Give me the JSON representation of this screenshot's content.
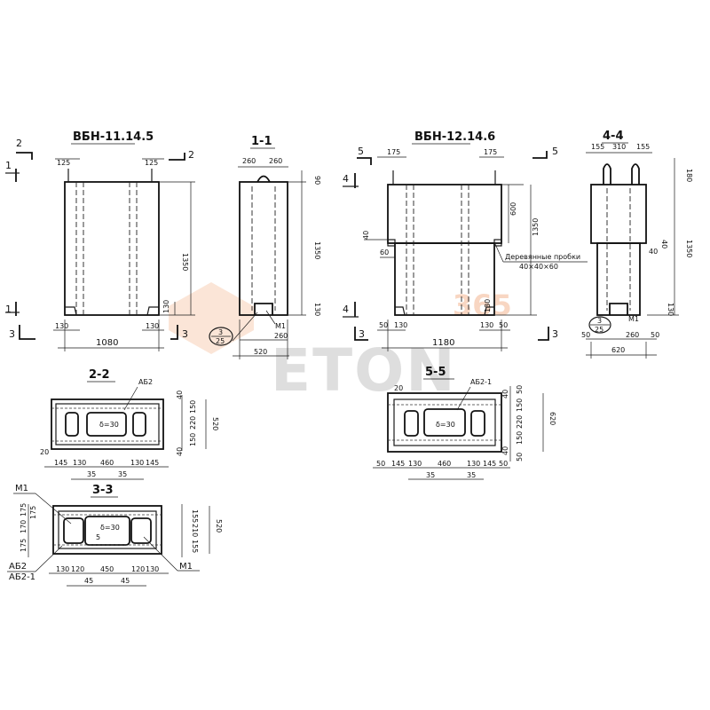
{
  "titles": {
    "left_elev": "ВБН-11.14.5",
    "sec11": "1-1",
    "mid_elev": "ВБН-12.14.6",
    "sec44": "4-4",
    "sec22": "2-2",
    "sec55": "5-5",
    "sec33": "3-3"
  },
  "cuts": {
    "c1": "1",
    "c2": "2",
    "c3": "3",
    "c4": "4",
    "c5": "5"
  },
  "dims": {
    "v125a": "125",
    "v125b": "125",
    "v1350a": "1350",
    "v130a": "130",
    "v130b": "130",
    "v130c": "130",
    "v1080": "1080",
    "v260a": "260",
    "v260b": "260",
    "v90": "90",
    "v1350b": "1350",
    "v130d": "130",
    "vM1a": "М1",
    "v260c": "260",
    "v520a": "520",
    "circ3a": "3",
    "circ25a": "25",
    "v175a": "175",
    "v175b": "175",
    "v600": "600",
    "v1350c": "1350",
    "v40a": "40",
    "v60a": "60",
    "v130e": "130",
    "v130f": "130",
    "v130g": "130",
    "v50a": "50",
    "v50b": "50",
    "v1180": "1180",
    "wood": "Деревянные пробки",
    "wood2": "40×40×60",
    "v155a": "155",
    "v310": "310",
    "v155b": "155",
    "v180": "180",
    "v1350d": "1350",
    "v40b": "40",
    "v40c": "40",
    "v130h": "130",
    "v50c": "50",
    "v260d": "260",
    "v50d": "50",
    "v620": "620",
    "vM1b": "М1",
    "circ3b": "3",
    "circ25b": "25",
    "ab2": "АБ2",
    "v40d": "40",
    "v150a": "150",
    "v220a": "220",
    "v150b": "150",
    "v520b": "520",
    "v20a": "20",
    "v145a": "145",
    "v130i": "130",
    "v460a": "460",
    "v130j": "130",
    "v145b": "145",
    "v35a": "35",
    "v35b": "35",
    "v40e": "40",
    "d30a": "δ=30",
    "ab21": "АБ2-1",
    "v20b": "20",
    "v50e": "50",
    "v40f": "40",
    "v150c": "150",
    "v220b": "220",
    "v150d": "150",
    "v620b": "620",
    "v40g": "40",
    "v50f": "50",
    "v50g": "50",
    "v145c": "145",
    "v130k": "130",
    "v460b": "460",
    "v130l": "130",
    "v145d": "145",
    "v50h": "50",
    "v35c": "35",
    "v35d": "35",
    "d30b": "δ=30",
    "m1c": "М1",
    "m1d": "М1",
    "v155c": "155",
    "v170": "170",
    "v175c": "175",
    "v175d": "175",
    "v210": "210",
    "v155d": "155",
    "v520c": "520",
    "ab2b": "АБ2",
    "ab21b": "АБ2-1",
    "v130m": "130",
    "v120a": "120",
    "v450": "450",
    "v120b": "120",
    "v130n": "130",
    "v45a": "45",
    "v45b": "45",
    "d30c": "δ=30",
    "n5": "5"
  },
  "watermark": {
    "brand": "ETON",
    "num": "365"
  }
}
